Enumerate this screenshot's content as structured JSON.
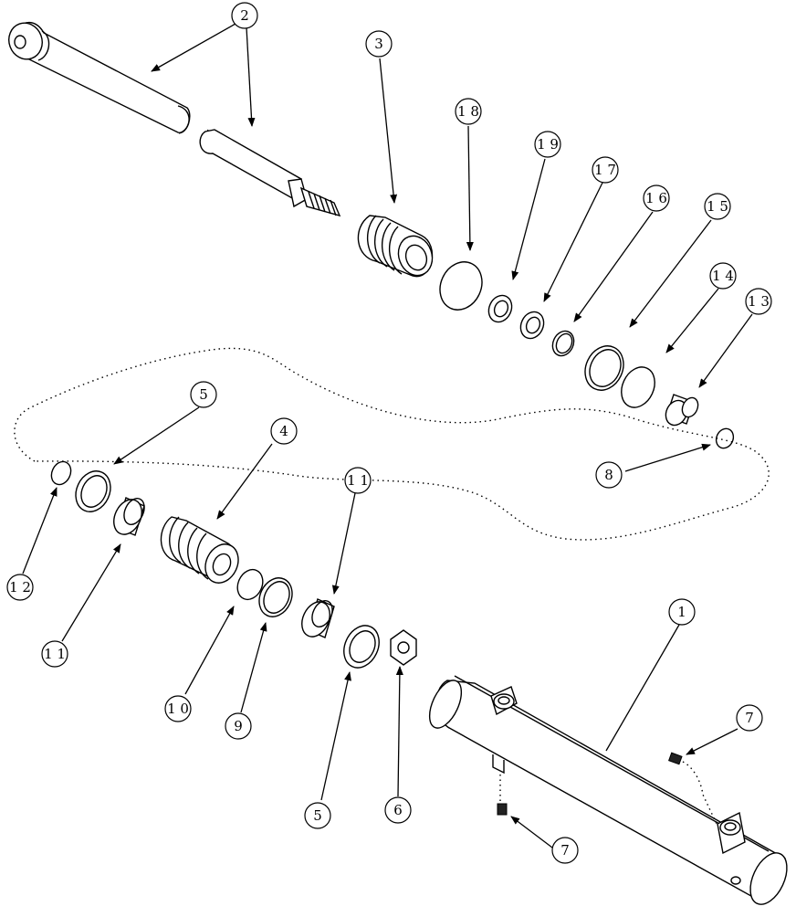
{
  "callouts": [
    {
      "id": "c2",
      "label": "2"
    },
    {
      "id": "c3",
      "label": "3"
    },
    {
      "id": "c18",
      "label": "1 8"
    },
    {
      "id": "c19",
      "label": "1 9"
    },
    {
      "id": "c17",
      "label": "1 7"
    },
    {
      "id": "c16",
      "label": "1 6"
    },
    {
      "id": "c15",
      "label": "1 5"
    },
    {
      "id": "c14",
      "label": "1 4"
    },
    {
      "id": "c13",
      "label": "1 3"
    },
    {
      "id": "c8",
      "label": "8"
    },
    {
      "id": "c5a",
      "label": "5"
    },
    {
      "id": "c4",
      "label": "4"
    },
    {
      "id": "c11a",
      "label": "1 1"
    },
    {
      "id": "c12",
      "label": "1 2"
    },
    {
      "id": "c11b",
      "label": "1 1"
    },
    {
      "id": "c10",
      "label": "1 0"
    },
    {
      "id": "c9",
      "label": "9"
    },
    {
      "id": "c5b",
      "label": "5"
    },
    {
      "id": "c6",
      "label": "6"
    },
    {
      "id": "c1",
      "label": "1"
    },
    {
      "id": "c7a",
      "label": "7"
    },
    {
      "id": "c7b",
      "label": "7"
    }
  ]
}
